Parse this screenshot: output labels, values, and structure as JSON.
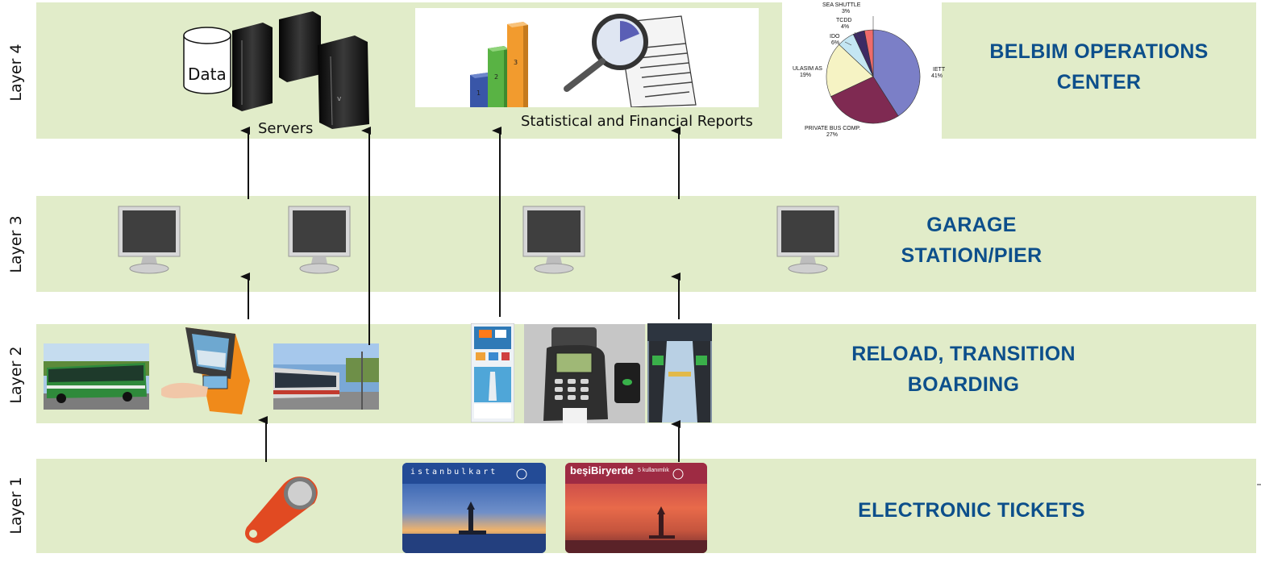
{
  "layers": {
    "l1": "Layer 1",
    "l2": "Layer 2",
    "l3": "Layer 3",
    "l4": "Layer 4"
  },
  "titles": {
    "l4_line1": "BELBIM OPERATIONS",
    "l4_line2": "CENTER",
    "l3_line1": "GARAGE",
    "l3_line2": "STATION/PIER",
    "l2_line1": "RELOAD, TRANSITION",
    "l2_line2": "BOARDING",
    "l1_line1": "ELECTRONIC TICKETS"
  },
  "captions": {
    "data": "Data",
    "servers": "Servers",
    "reports": "Statistical and Financial Reports"
  },
  "cards": {
    "istanbulkart": "istanbulkart",
    "besibiryerde": "beşiBiryerde",
    "besi_small": "5 kullanımlık"
  },
  "pie": {
    "slices": [
      {
        "name": "IETT",
        "value": 41,
        "color": "#7b7fc7"
      },
      {
        "name": "PRIVATE BUS COMP.",
        "value": 27,
        "color": "#7f2a52"
      },
      {
        "name": "ULASIM AS",
        "value": 19,
        "color": "#f6f3c4"
      },
      {
        "name": "IDO",
        "value": 6,
        "color": "#c4e6f3"
      },
      {
        "name": "TCDD",
        "value": 4,
        "color": "#3d2a64"
      },
      {
        "name": "SEA SHUTTLE",
        "value": 3,
        "color": "#ef6b6b"
      }
    ],
    "labels": {
      "iett_name": "IETT",
      "iett_pct": "41%",
      "priv_name": "PRIVATE BUS COMP.",
      "priv_pct": "27%",
      "ulasim_name": "ULASIM AS",
      "ulasim_pct": "19%",
      "ido_name": "IDO",
      "ido_pct": "6%",
      "tcdd_name": "TCDD",
      "tcdd_pct": "4%",
      "sea_name": "SEA SHUTTLE",
      "sea_pct": "3%"
    }
  },
  "bar_digits": [
    "1",
    "2",
    "3"
  ]
}
